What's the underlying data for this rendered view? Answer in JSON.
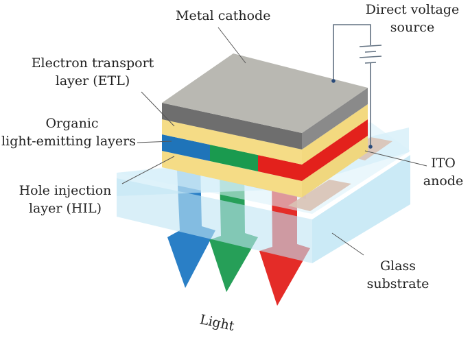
{
  "labels": {
    "metal_cathode": "Metal cathode",
    "voltage_line1": "Direct voltage",
    "voltage_line2": "source",
    "etl_line1": "Electron transport",
    "etl_line2": "layer (ETL)",
    "organic_line1": "Organic",
    "organic_line2": "light-emitting layers",
    "hil_line1": "Hole injection",
    "hil_line2": "layer (HIL)",
    "ito_line1": "ITO",
    "ito_line2": "anode",
    "glass_line1": "Glass",
    "glass_line2": "substrate",
    "light": "Light"
  },
  "colors": {
    "cathode_top": "#b9b8b2",
    "cathode_side": "#707070",
    "etl_yellow": "#f5dc86",
    "blue_emitter": "#1f74b9",
    "green_emitter": "#1a9a4f",
    "red_emitter": "#e3211c",
    "glass": "#bfe4f4",
    "ito": "#d9c2b5",
    "wire": "#607080"
  }
}
